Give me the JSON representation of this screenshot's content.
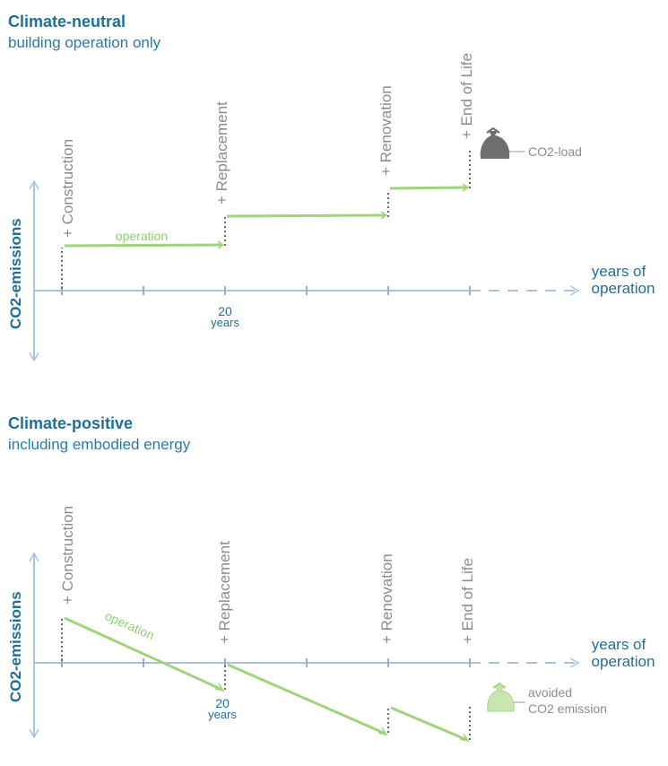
{
  "panels": [
    {
      "title": "Climate-neutral",
      "subtitle": "building operation only",
      "y_axis_label": "CO2-emissions",
      "x_axis_label": [
        "years of",
        "operation"
      ],
      "tick_label": {
        "value": "20",
        "unit": "years"
      },
      "events": [
        "+ Construction",
        "+ Replacement",
        "+ Renovation",
        "+ End of Life"
      ],
      "operation_label": "operation",
      "end_note": [
        "CO2-load"
      ],
      "bag_icon": "garbage-bag-icon",
      "bag_color": "#6e6e6e"
    },
    {
      "title": "Climate-positive",
      "subtitle": "including embodied energy",
      "y_axis_label": "CO2-emissions",
      "x_axis_label": [
        "years of",
        "operation"
      ],
      "tick_label": {
        "value": "20",
        "unit": "years"
      },
      "events": [
        "+ Construction",
        "+ Replacement",
        "+ Renovation",
        "+ End of Life"
      ],
      "operation_label": "operation",
      "end_note": [
        "avoided",
        "CO2 emission"
      ],
      "bag_icon": "garbage-bag-icon",
      "bag_color": "#c8e6b0"
    }
  ],
  "colors": {
    "title": "#1f6f99",
    "axis": "#a9c3dc",
    "operation_line": "#9fd47a",
    "event_text": "#8c8c8c",
    "jump_dots": "#666666"
  }
}
